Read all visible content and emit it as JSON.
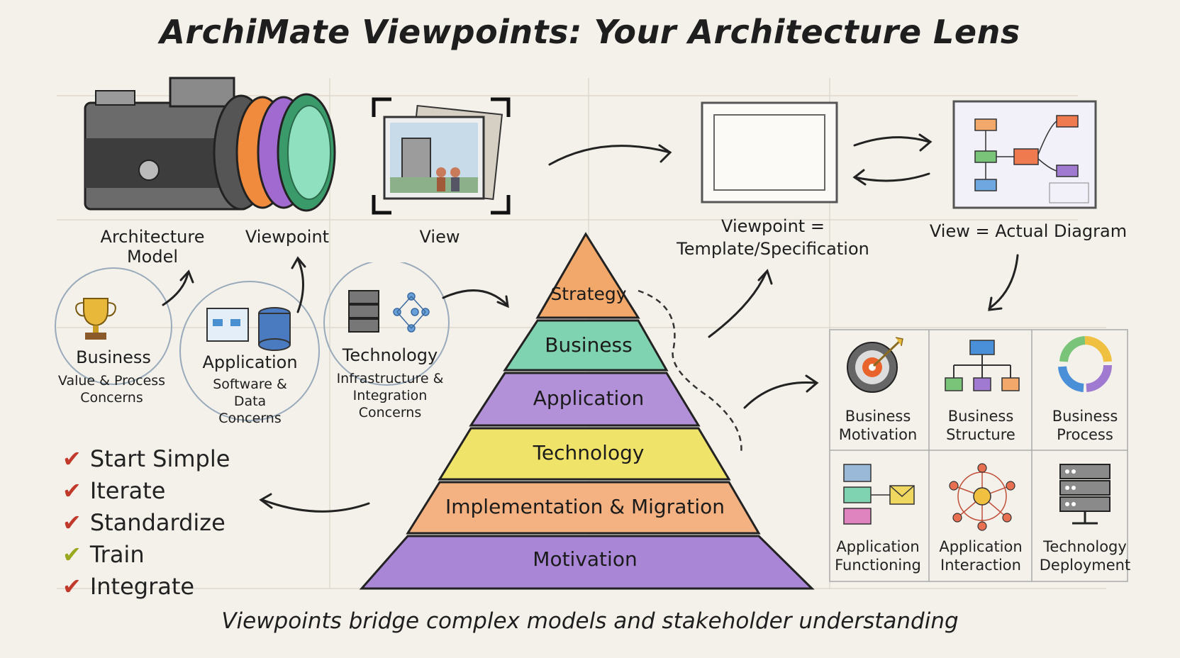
{
  "title": "ArchiMate Viewpoints: Your Architecture Lens",
  "footer": "Viewpoints bridge complex models and stakeholder understanding",
  "top_labels": {
    "architecture_model": "Architecture Model",
    "viewpoint": "Viewpoint",
    "view": "View",
    "viewpoint_template": "Viewpoint = Template/Specification",
    "view_actual": "View = Actual Diagram"
  },
  "concerns": [
    {
      "title": "Business",
      "detail": "Value & Process Concerns",
      "icon": "trophy-icon"
    },
    {
      "title": "Application",
      "detail": "Software & Data Concerns",
      "icon": "database-icon"
    },
    {
      "title": "Technology",
      "detail": "Infrastructure & Integration Concerns",
      "icon": "server-icon"
    }
  ],
  "pyramid_layers": [
    {
      "label": "Strategy",
      "color": "#f2a86a"
    },
    {
      "label": "Business",
      "color": "#7fd3b0"
    },
    {
      "label": "Application",
      "color": "#b391d9"
    },
    {
      "label": "Technology",
      "color": "#f0e36a"
    },
    {
      "label": "Implementation & Migration",
      "color": "#f4b283"
    },
    {
      "label": "Motivation",
      "color": "#a987d6"
    }
  ],
  "checklist": [
    {
      "label": "Start Simple"
    },
    {
      "label": "Iterate"
    },
    {
      "label": "Standardize"
    },
    {
      "label": "Train"
    },
    {
      "label": "Integrate"
    }
  ],
  "viewpoint_grid": [
    {
      "label": "Business Motivation",
      "icon": "target-icon"
    },
    {
      "label": "Business Structure",
      "icon": "org-chart-icon"
    },
    {
      "label": "Business Process",
      "icon": "cycle-arrows-icon"
    },
    {
      "label": "Application Functioning",
      "icon": "app-blocks-icon"
    },
    {
      "label": "Application Interaction",
      "icon": "network-icon"
    },
    {
      "label": "Technology Deployment",
      "icon": "server-stack-icon"
    }
  ],
  "colors": {
    "orange": "#f2a86a",
    "teal": "#7fd3b0",
    "purple": "#b391d9",
    "yellow": "#f0e36a",
    "red_check": "#c0392b"
  }
}
